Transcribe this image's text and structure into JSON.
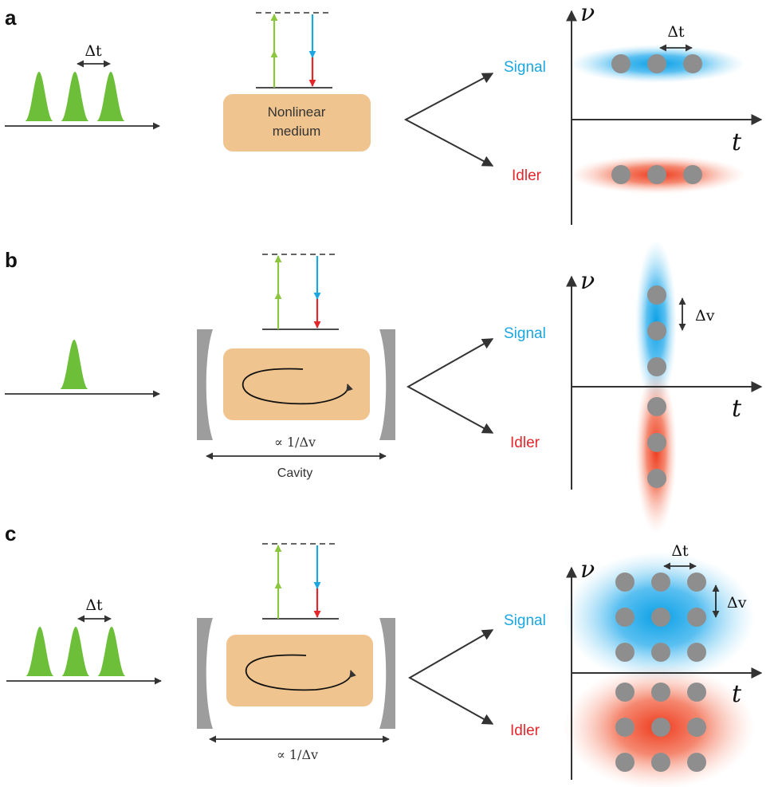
{
  "colors": {
    "pulse_green": "#6dbf3a",
    "pump_arrow_green": "#8cc63f",
    "signal_blue": "#1aa6e0",
    "idler_red": "#e3262a",
    "medium_tan": "#f0c48e",
    "mirror_gray": "#9d9d9d",
    "dot_gray": "#8e8e8e",
    "axis_dark": "#333333"
  },
  "panels": [
    {
      "label": "a",
      "pulse_count": 3,
      "delta_t_label": "Δt",
      "has_cavity": false,
      "medium_label_line1": "Nonlinear",
      "medium_label_line2": "medium",
      "signal_label": "Signal",
      "idler_label": "Idler",
      "axis_y_label": "ν",
      "axis_x_label": "t",
      "plot_delta_t_label": "Δt",
      "grid": "1x3"
    },
    {
      "label": "b",
      "pulse_count": 1,
      "has_cavity": true,
      "cavity_length_label": "∝ 1/Δv",
      "cavity_label": "Cavity",
      "signal_label": "Signal",
      "idler_label": "Idler",
      "axis_y_label": "ν",
      "axis_x_label": "t",
      "plot_delta_v_label": "Δv",
      "grid": "3x1"
    },
    {
      "label": "c",
      "pulse_count": 3,
      "delta_t_label": "Δt",
      "has_cavity": true,
      "cavity_length_label": "∝ 1/Δv",
      "signal_label": "Signal",
      "idler_label": "Idler",
      "axis_y_label": "ν",
      "axis_x_label": "t",
      "plot_delta_t_label": "Δt",
      "plot_delta_v_label": "Δv",
      "grid": "3x3"
    }
  ]
}
